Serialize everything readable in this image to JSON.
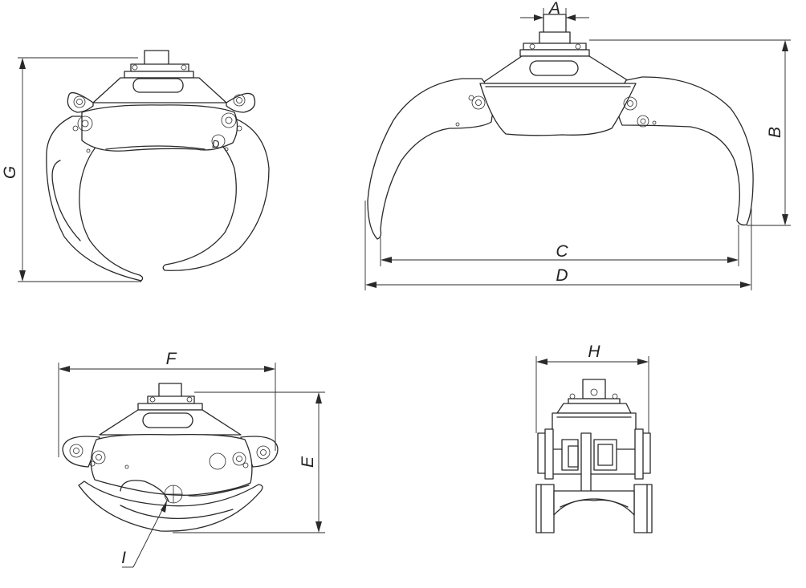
{
  "dimensions": {
    "a": "A",
    "b": "B",
    "c": "C",
    "d": "D",
    "e": "E",
    "f": "F",
    "g": "G",
    "h": "H",
    "i": "I"
  },
  "part_markers": {
    "side_view_label": "D"
  }
}
